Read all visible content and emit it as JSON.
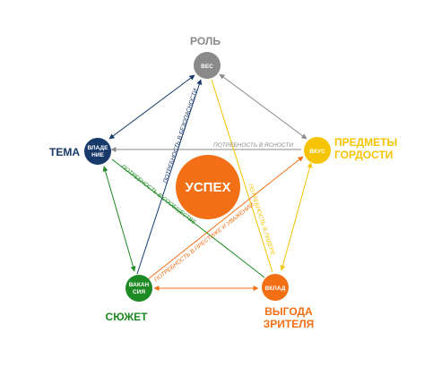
{
  "colors": {
    "grey": "#8a8a8a",
    "navy": "#173a6b",
    "yellow": "#f5c300",
    "orange": "#f36f15",
    "green": "#1e8a23"
  },
  "center": {
    "label": "УСПЕХ",
    "color": "#f36f15"
  },
  "nodes": {
    "top": {
      "label": "РОЛЬ",
      "inner": [
        "ВЕС"
      ],
      "color": "#8a8a8a"
    },
    "left": {
      "label": "ТЕМА",
      "inner": [
        "ВЛАДЕ",
        "НИЕ"
      ],
      "color": "#173a6b"
    },
    "right": {
      "label": [
        "ПРЕДМЕТЫ",
        "ГОРДОСТИ"
      ],
      "inner": [
        "ВКУС"
      ],
      "color": "#f5c300"
    },
    "bottom_left": {
      "label": "СЮЖЕТ",
      "inner": [
        "ВАКАН",
        "СИЯ"
      ],
      "color": "#1e8a23"
    },
    "bottom_right": {
      "label": [
        "ВЫГОДА",
        "ЗРИТЕЛЯ"
      ],
      "inner": [
        "ВКЛАД"
      ],
      "color": "#f36f15"
    }
  },
  "edges": {
    "left_right": "ПОТРЕБНОСТЬ В ЯСНОСТИ",
    "top_bottomleft": "ПОТРЕБНОСТЬ В БЕЗОПАСНОСТИ",
    "left_bottomright": "ПОТРЕБНОСТЬ В СООБЩЕСТВЕ",
    "top_bottomright": "ПОТРЕБНОСТЬ В ЛИДЕРЕ",
    "right_bottomleft": "ПОТРЕБНОСТЬ В ПРЕСТИЖЕ И УВАЖЕНИИ"
  }
}
